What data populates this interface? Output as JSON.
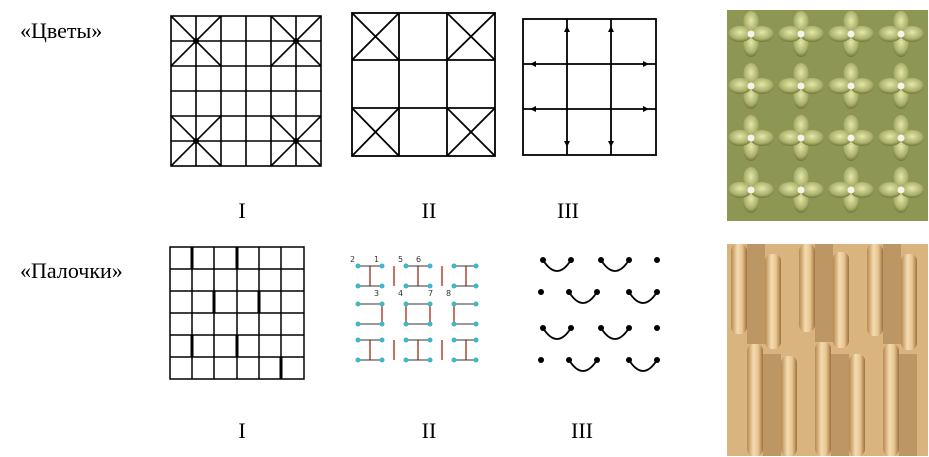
{
  "rows": [
    {
      "title": "«Цветы»",
      "numerals": [
        "I",
        "II",
        "III"
      ]
    },
    {
      "title": "«Палочки»",
      "numerals": [
        "I",
        "II",
        "III"
      ]
    }
  ],
  "diagram_numbers": [
    "2",
    "1",
    "5",
    "6",
    "3",
    "4",
    "7",
    "8"
  ],
  "colors": {
    "line": "#000000",
    "dot_blue": "#3fb7c6",
    "stitch_red": "#b5523b",
    "photo_green": "#9fa865",
    "photo_cream": "#e8c898"
  },
  "photos": [
    {
      "name": "flowers-photo"
    },
    {
      "name": "sticks-photo"
    }
  ]
}
